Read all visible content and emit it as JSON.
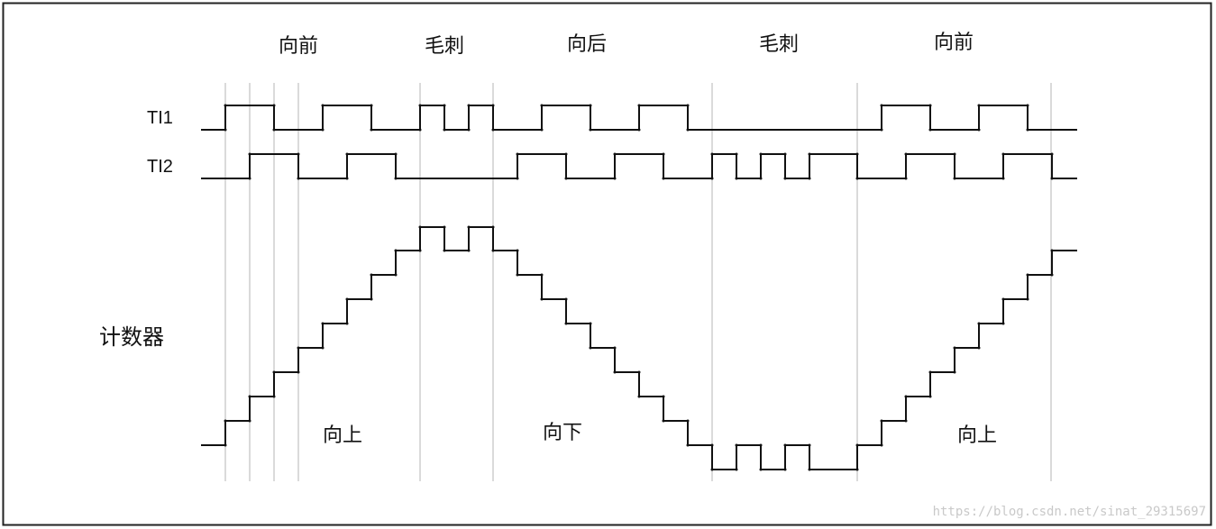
{
  "phase_labels": [
    "向前",
    "毛刺",
    "向后",
    "毛刺",
    "向前"
  ],
  "signal_labels": {
    "ti1": "TI1",
    "ti2": "TI2",
    "counter": "计数器"
  },
  "direction_labels": [
    "向上",
    "向下",
    "向上"
  ],
  "watermark": "https://blog.csdn.net/sinat_29315697",
  "colors": {
    "line": "#111111",
    "guide": "#b5b5b5",
    "frame": "#222222",
    "watermark": "#c9c9c9"
  }
}
